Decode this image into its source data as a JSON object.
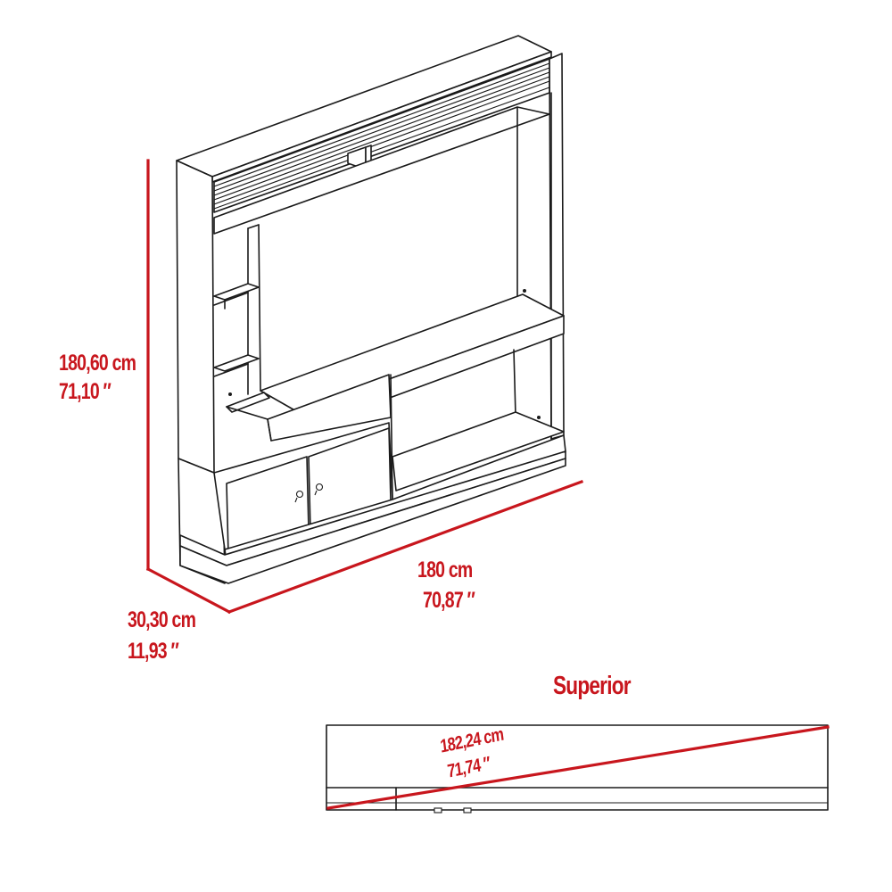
{
  "dimensions": {
    "height": {
      "metric": "180,60 cm",
      "imperial": "71,10 ″"
    },
    "width": {
      "metric": "180 cm",
      "imperial": "70,87 ″"
    },
    "depth": {
      "metric": "30,30 cm",
      "imperial": "11,93 ″"
    }
  },
  "top_view": {
    "title": "Superior",
    "diagonal": {
      "metric": "182,24 cm",
      "imperial": "71,74 ″"
    }
  },
  "colors": {
    "dimension": "#c8161d",
    "outline": "#1a1a1a",
    "background": "#ffffff"
  }
}
